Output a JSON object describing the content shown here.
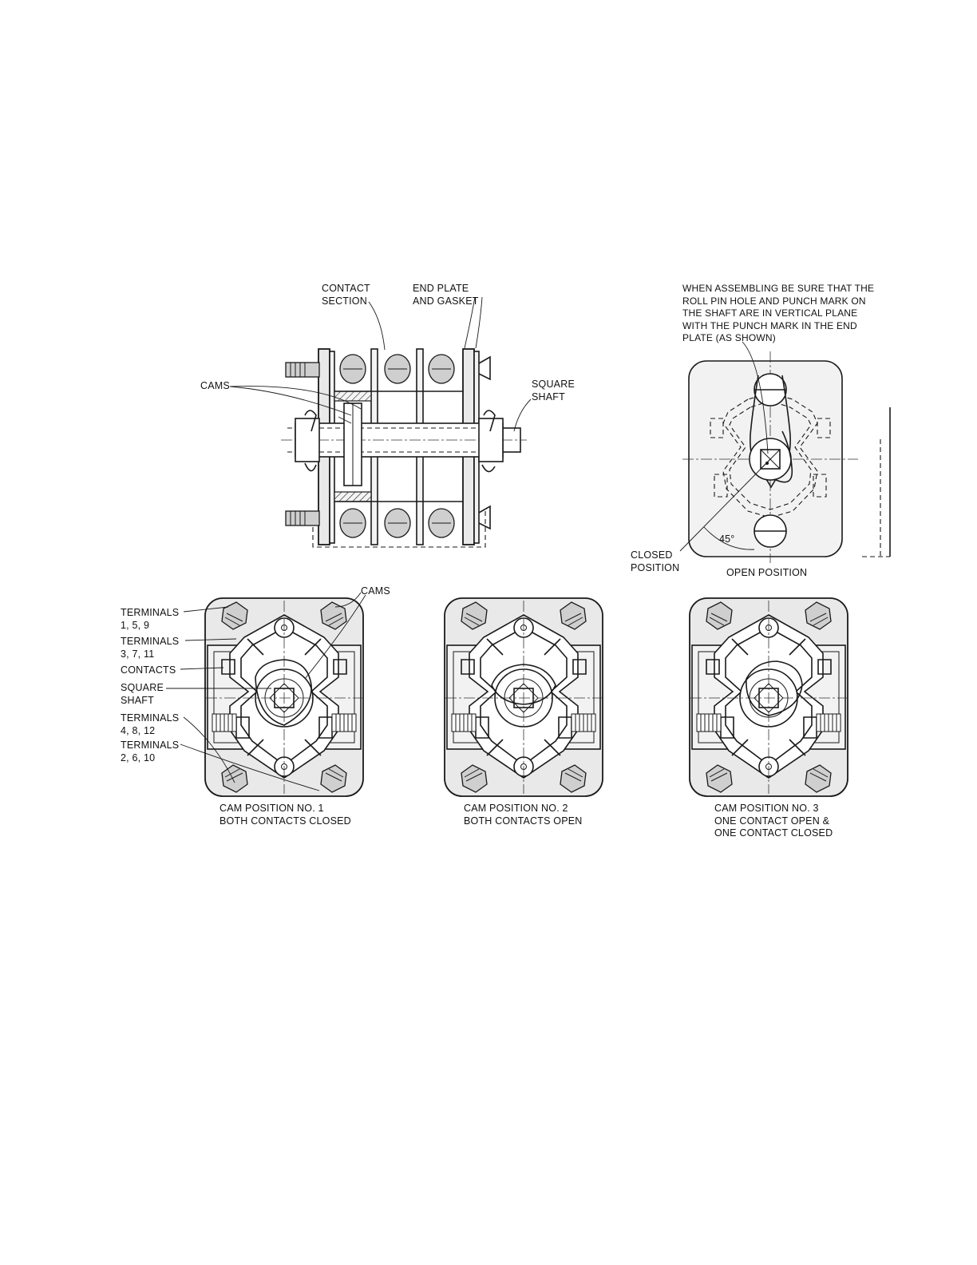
{
  "figure": {
    "side_view": {
      "contact_section_label": "CONTACT\nSECTION",
      "end_plate_label": "END PLATE\nAND GASKET",
      "cams_label": "CAMS",
      "square_shaft_label": "SQUARE\nSHAFT"
    },
    "end_plate_view": {
      "instruction": "WHEN ASSEMBLING BE SURE THAT THE\nROLL PIN HOLE AND PUNCH MARK ON\nTHE SHAFT ARE IN VERTICAL PLANE\nWITH THE PUNCH MARK IN THE END\nPLATE (AS SHOWN)",
      "angle_label": "45°",
      "closed_position_label": "CLOSED\nPOSITION",
      "open_position_label": "OPEN POSITION"
    },
    "cam_views": {
      "callouts": {
        "cams": "CAMS",
        "terminals_1_5_9": "TERMINALS\n1, 5, 9",
        "terminals_3_7_11": "TERMINALS\n3, 7, 11",
        "contacts": "CONTACTS",
        "square_shaft": "SQUARE\nSHAFT",
        "terminals_4_8_12": "TERMINALS\n4, 8, 12",
        "terminals_2_6_10": "TERMINALS\n2, 6, 10"
      },
      "captions": [
        "CAM POSITION NO. 1\nBOTH CONTACTS CLOSED",
        "CAM POSITION NO. 2\nBOTH CONTACTS OPEN",
        "CAM POSITION NO. 3\nONE CONTACT OPEN &\nONE CONTACT CLOSED"
      ]
    }
  }
}
